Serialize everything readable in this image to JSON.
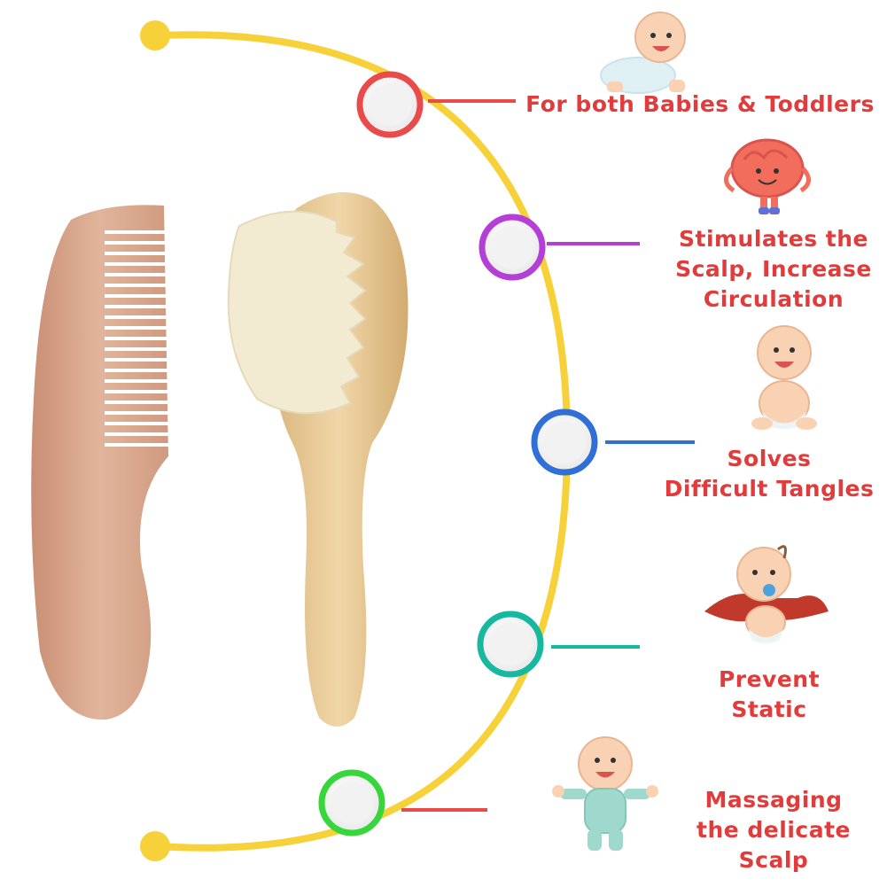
{
  "features": [
    {
      "lines": [
        "For both Babies & Toddlers"
      ],
      "ring_color": "#e94b4b",
      "connector_color": "#e94b4b",
      "icon": "crawling-baby-icon"
    },
    {
      "lines": [
        "Stimulates the",
        "Scalp, Increase",
        "Circulation"
      ],
      "ring_color": "#b43fd6",
      "connector_color": "#b43fd6",
      "icon": "brain-character-icon"
    },
    {
      "lines": [
        "Solves",
        "Difficult Tangles"
      ],
      "ring_color": "#2f6fd6",
      "connector_color": "#2f6fd6",
      "icon": "sitting-baby-icon"
    },
    {
      "lines": [
        "Prevent",
        "Static"
      ],
      "ring_color": "#17b8a0",
      "connector_color": "#17b8a0",
      "icon": "superhero-baby-icon"
    },
    {
      "lines": [
        "Massaging",
        "the delicate",
        "Scalp"
      ],
      "ring_color": "#37d63c",
      "connector_color": "#e94b4b",
      "icon": "waving-baby-icon"
    }
  ],
  "colors": {
    "arc": "#f7d13a",
    "text": "#e23b3b",
    "wood": "#d7a98c",
    "bristle": "#f3ead2"
  }
}
